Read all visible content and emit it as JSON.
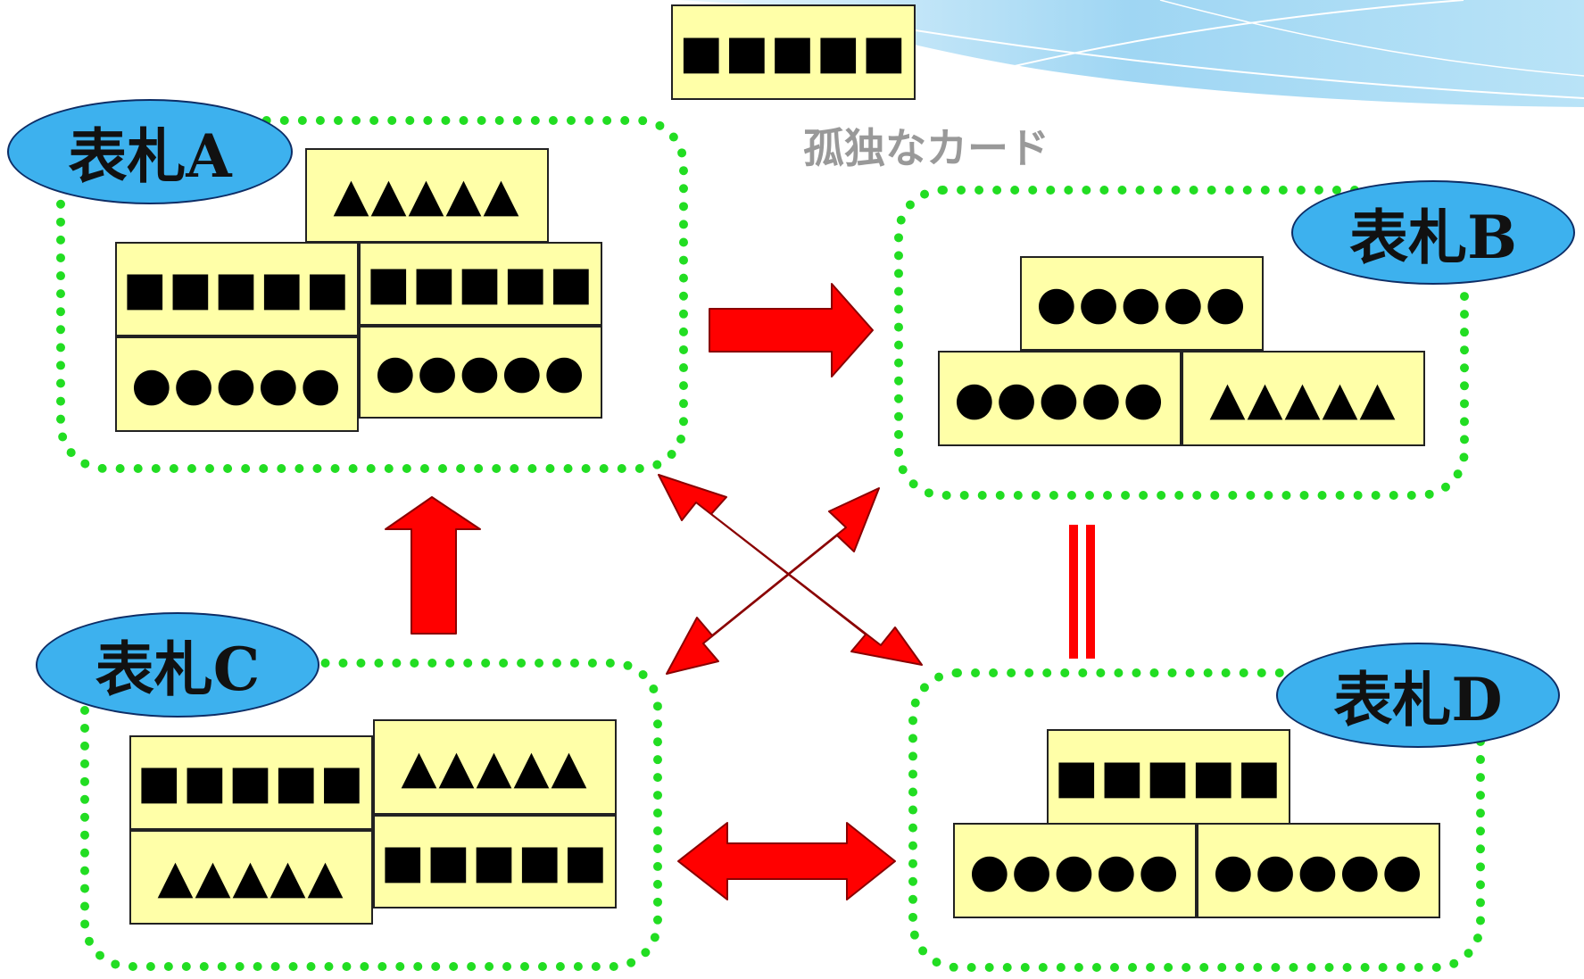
{
  "symbols": {
    "squares": "■■■■■",
    "triangles": "▲▲▲▲▲",
    "circles": "●●●●●"
  },
  "lonely_card": {
    "symbols": "■■■■■",
    "caption": "孤独なカード"
  },
  "groups": {
    "a": {
      "label": "表札A",
      "cards": [
        "▲▲▲▲▲",
        "■■■■■",
        "■■■■■",
        "●●●●●",
        "●●●●●"
      ]
    },
    "b": {
      "label": "表札B",
      "cards": [
        "●●●●●",
        "●●●●●",
        "▲▲▲▲▲"
      ]
    },
    "c": {
      "label": "表札C",
      "cards": [
        "■■■■■",
        "▲▲▲▲▲",
        "▲▲▲▲▲",
        "■■■■■"
      ]
    },
    "d": {
      "label": "表札D",
      "cards": [
        "■■■■■",
        "●●●●●",
        "●●●●●"
      ]
    }
  },
  "relations": [
    {
      "from": "表札A",
      "to": "表札B",
      "kind": "arrow"
    },
    {
      "from": "表札C",
      "to": "表札A",
      "kind": "arrow"
    },
    {
      "from": "表札A",
      "to": "表札D",
      "kind": "double-arrow"
    },
    {
      "from": "表札B",
      "to": "表札C",
      "kind": "double-arrow"
    },
    {
      "from": "表札C",
      "to": "表札D",
      "kind": "double-arrow"
    },
    {
      "from": "表札B",
      "to": "表札D",
      "kind": "equals"
    }
  ],
  "colors": {
    "card_fill": "#ffffa8",
    "label_fill": "#3db1ee",
    "group_border": "#22dd22",
    "arrow": "#ff0000",
    "caption": "#999999"
  }
}
